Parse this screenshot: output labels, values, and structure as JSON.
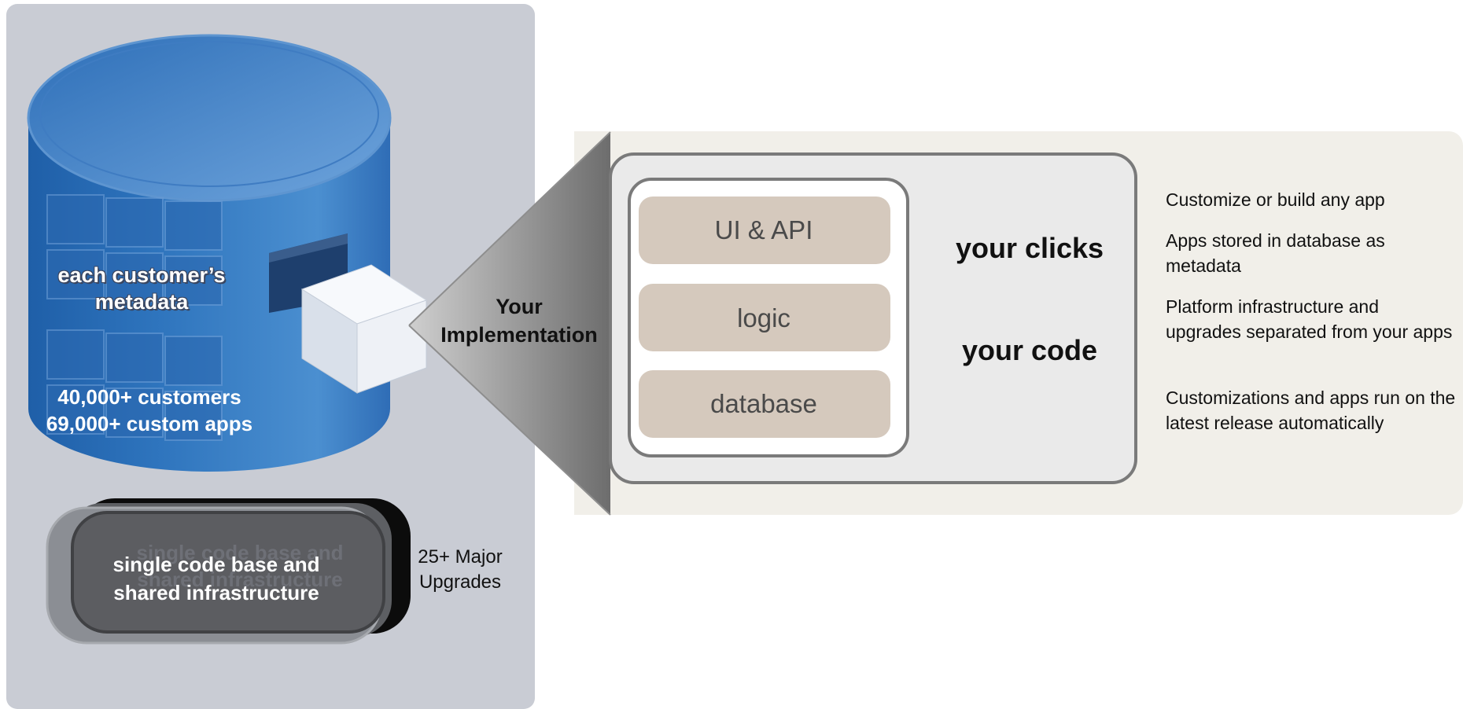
{
  "left_panel": {
    "metadata_label": "each customer’s metadata",
    "customers_stat": "40,000+ customers",
    "apps_stat": "69,000+ custom apps",
    "codebase_label": "single code base and shared infrastructure",
    "upgrades_label": "25+ Major Upgrades"
  },
  "center": {
    "implementation_label": "Your Implementation"
  },
  "stack": {
    "layers": [
      "UI & API",
      "logic",
      "database"
    ],
    "clicks_label": "your clicks",
    "code_label": "your code"
  },
  "bullets": [
    "Customize or build any app",
    "Apps stored in database as metadata",
    "Platform infrastructure and upgrades separated from your apps",
    "Customizations and apps run on the latest release automatically"
  ],
  "colors": {
    "left_panel_bg": "#c9ccd4",
    "right_panel_bg": "#f1efe9",
    "cylinder_blue": "#3a7fc6",
    "layer_box": "#d5c9bd",
    "frame_gray": "#7a7a7a"
  }
}
